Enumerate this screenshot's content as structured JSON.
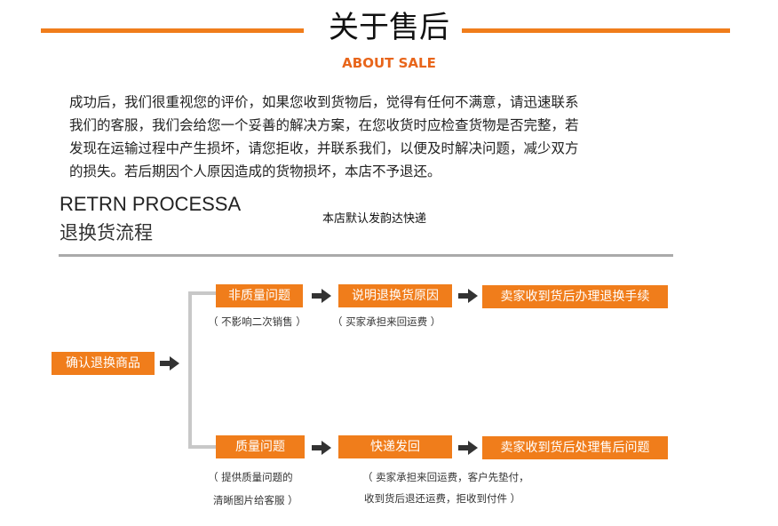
{
  "header": {
    "title": "关于售后",
    "subtitle": "ABOUT SALE"
  },
  "intro": {
    "lines": [
      "成功后，我们很重视您的评价，如果您收到货物后，觉得有任何不满意，请迅速联系",
      "我们的客服，我们会给您一个妥善的解决方案，在您收货时应检查货物是否完整，若",
      "发现在运输过程中产生损坏，请您拒收，并联系我们，以便及时解决问题，减少双方",
      "的损失。若后期因个人原因造成的货物损坏，本店不予退还。"
    ]
  },
  "process": {
    "title_en": "RETRN PROCESSA",
    "title_cn": "退换货流程",
    "shipping_note": "本店默认发韵达快递"
  },
  "flow": {
    "start": "确认退换商品",
    "top": {
      "step1": "非质量问题",
      "step1_note": "（ 不影响二次销售 ）",
      "step2": "说明退换货原因",
      "step2_note": "（ 买家承担来回运费 ）",
      "step3": "卖家收到货后办理退换手续"
    },
    "bottom": {
      "step1": "质量问题",
      "step1_note_line1": "（ 提供质量问题的",
      "step1_note_line2": "清晰图片给客服 ）",
      "step2": "快递发回",
      "step2_note_line1": "（ 卖家承担来回运费，客户先垫付，",
      "step2_note_line2": "收到货后退还运费，拒收到付件 ）",
      "step3": "卖家收到货后处理售后问题"
    }
  },
  "colors": {
    "accent": "#f07d1b",
    "subtitle": "#e8651a",
    "connector": "#c8c8c8",
    "divider": "#aaaaaa"
  },
  "icons": {
    "flow_arrow": "right-arrow-icon"
  }
}
